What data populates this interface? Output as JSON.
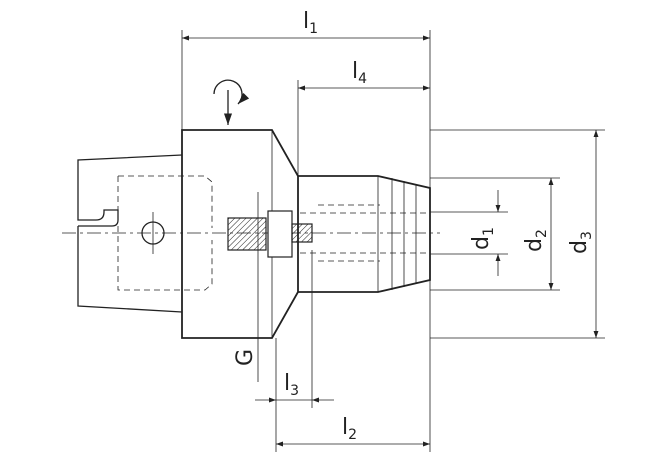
{
  "labels": {
    "l1": {
      "base": "l",
      "sub": "1"
    },
    "l2": {
      "base": "l",
      "sub": "2"
    },
    "l3": {
      "base": "l",
      "sub": "3"
    },
    "l4": {
      "base": "l",
      "sub": "4"
    },
    "d1": {
      "base": "d",
      "sub": "1"
    },
    "d2": {
      "base": "d",
      "sub": "2"
    },
    "d3": {
      "base": "d",
      "sub": "3"
    },
    "G": "G"
  },
  "icons": [
    "rotation-arrow-icon"
  ]
}
